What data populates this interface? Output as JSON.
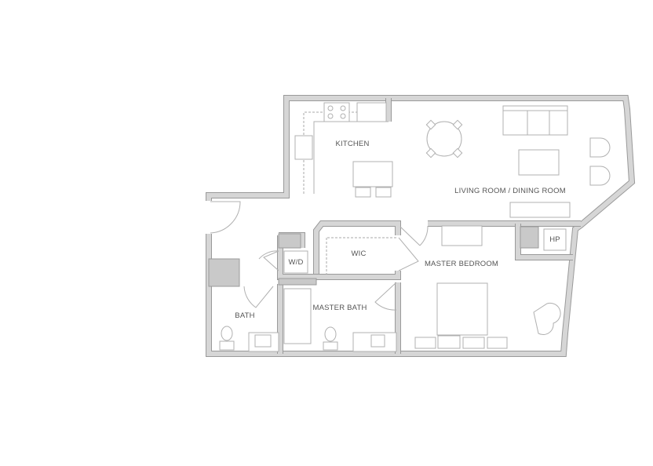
{
  "rooms": {
    "kitchen": "KITCHEN",
    "living": "LIVING ROOM / DINING ROOM",
    "wic": "WIC",
    "wd": "W/D",
    "master_bedroom": "MASTER BEDROOM",
    "master_bath": "MASTER BATH",
    "bath": "BATH",
    "hp": "HP"
  },
  "colors": {
    "wall": "#9a9a9a",
    "wall_fill": "#d6d6d6",
    "line": "#b0b0b0",
    "text": "#555555"
  }
}
